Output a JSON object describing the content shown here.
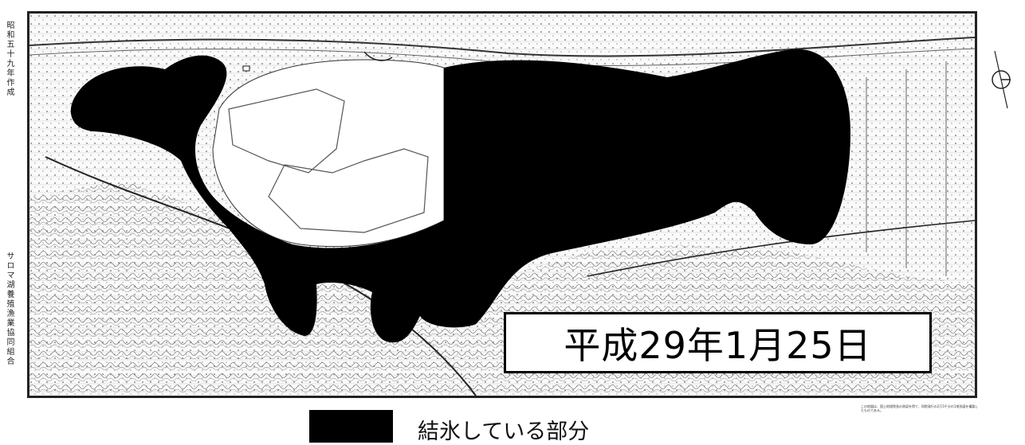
{
  "survey_label": "昭和五十九年作成",
  "publisher_label": "サロマ湖養殖漁業協同組合",
  "date_label": "平成29年1月25日",
  "legend": {
    "ice_label": "結氷している部分",
    "ice_color": "#000000"
  },
  "map_note": "この地図は、国土地理院長の承認を得て、同院発行の2万5千分の1地形図を複製したものである。",
  "colors": {
    "ice": "#000000",
    "land": "#fafafa",
    "frame": "#222222"
  }
}
